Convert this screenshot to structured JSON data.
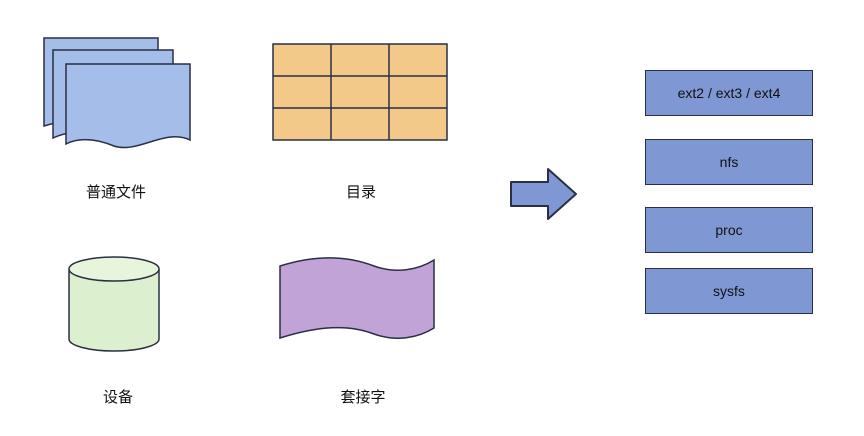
{
  "left_panel": {
    "file_types": [
      {
        "label": "普通文件",
        "icon": "stacked-document-icon",
        "color": "#a4bde9"
      },
      {
        "label": "目录",
        "icon": "directory-grid-icon",
        "color": "#f3c98a"
      },
      {
        "label": "设备",
        "icon": "cylinder-device-icon",
        "color": "#dcefcf"
      },
      {
        "label": "套接字",
        "icon": "wave-flag-socket-icon",
        "color": "#c1a3d7"
      }
    ]
  },
  "arrow": {
    "icon": "right-arrow-icon",
    "color": "#7f98d3"
  },
  "right_panel": {
    "filesystems": [
      {
        "label": "ext2 / ext3 / ext4"
      },
      {
        "label": "nfs"
      },
      {
        "label": "proc"
      },
      {
        "label": "sysfs"
      }
    ],
    "box_color": "#7f98d3"
  }
}
